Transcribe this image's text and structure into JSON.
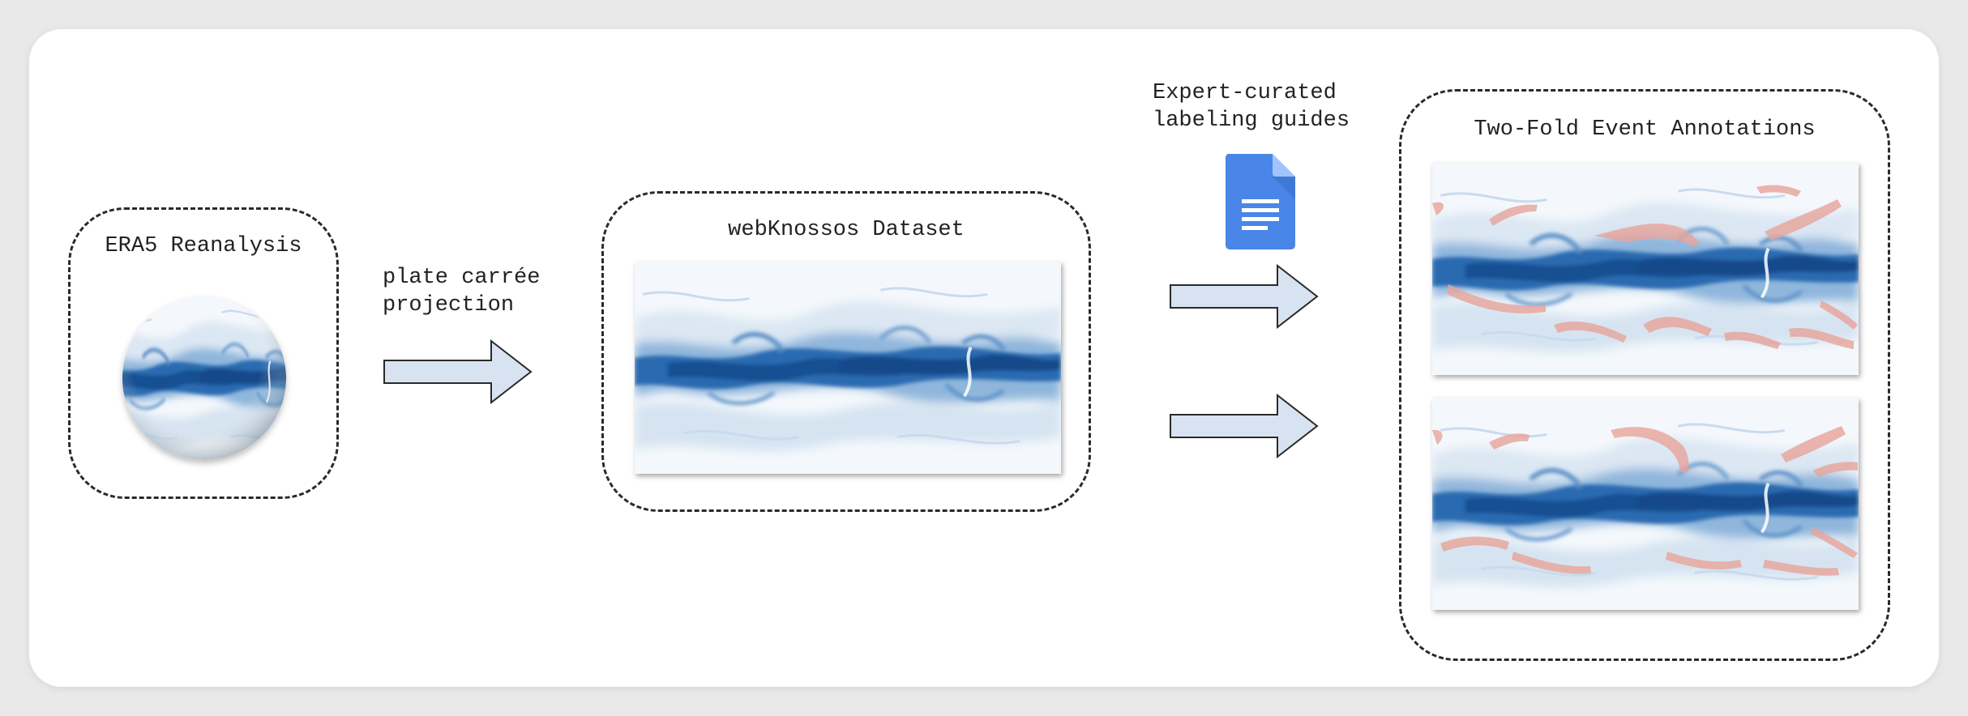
{
  "era5": {
    "title": "ERA5 Reanalysis",
    "globe_icon": "earth-globe"
  },
  "projection": {
    "line1": "plate carrée",
    "line2": "projection"
  },
  "webknossos": {
    "title": "webKnossos Dataset"
  },
  "guides": {
    "line1": "Expert-curated",
    "line2": "labeling guides",
    "icon": "google-docs-document"
  },
  "annotations": {
    "title": "Two-Fold Event Annotations"
  },
  "colors": {
    "field_dark": "#1f5fa6",
    "field_mid": "#6c9fcf",
    "field_light": "#dfeaf5",
    "arrow_fill": "#d8e3f1",
    "annotation_overlay": "#e8a49a",
    "doc_blue": "#4a86e8"
  }
}
